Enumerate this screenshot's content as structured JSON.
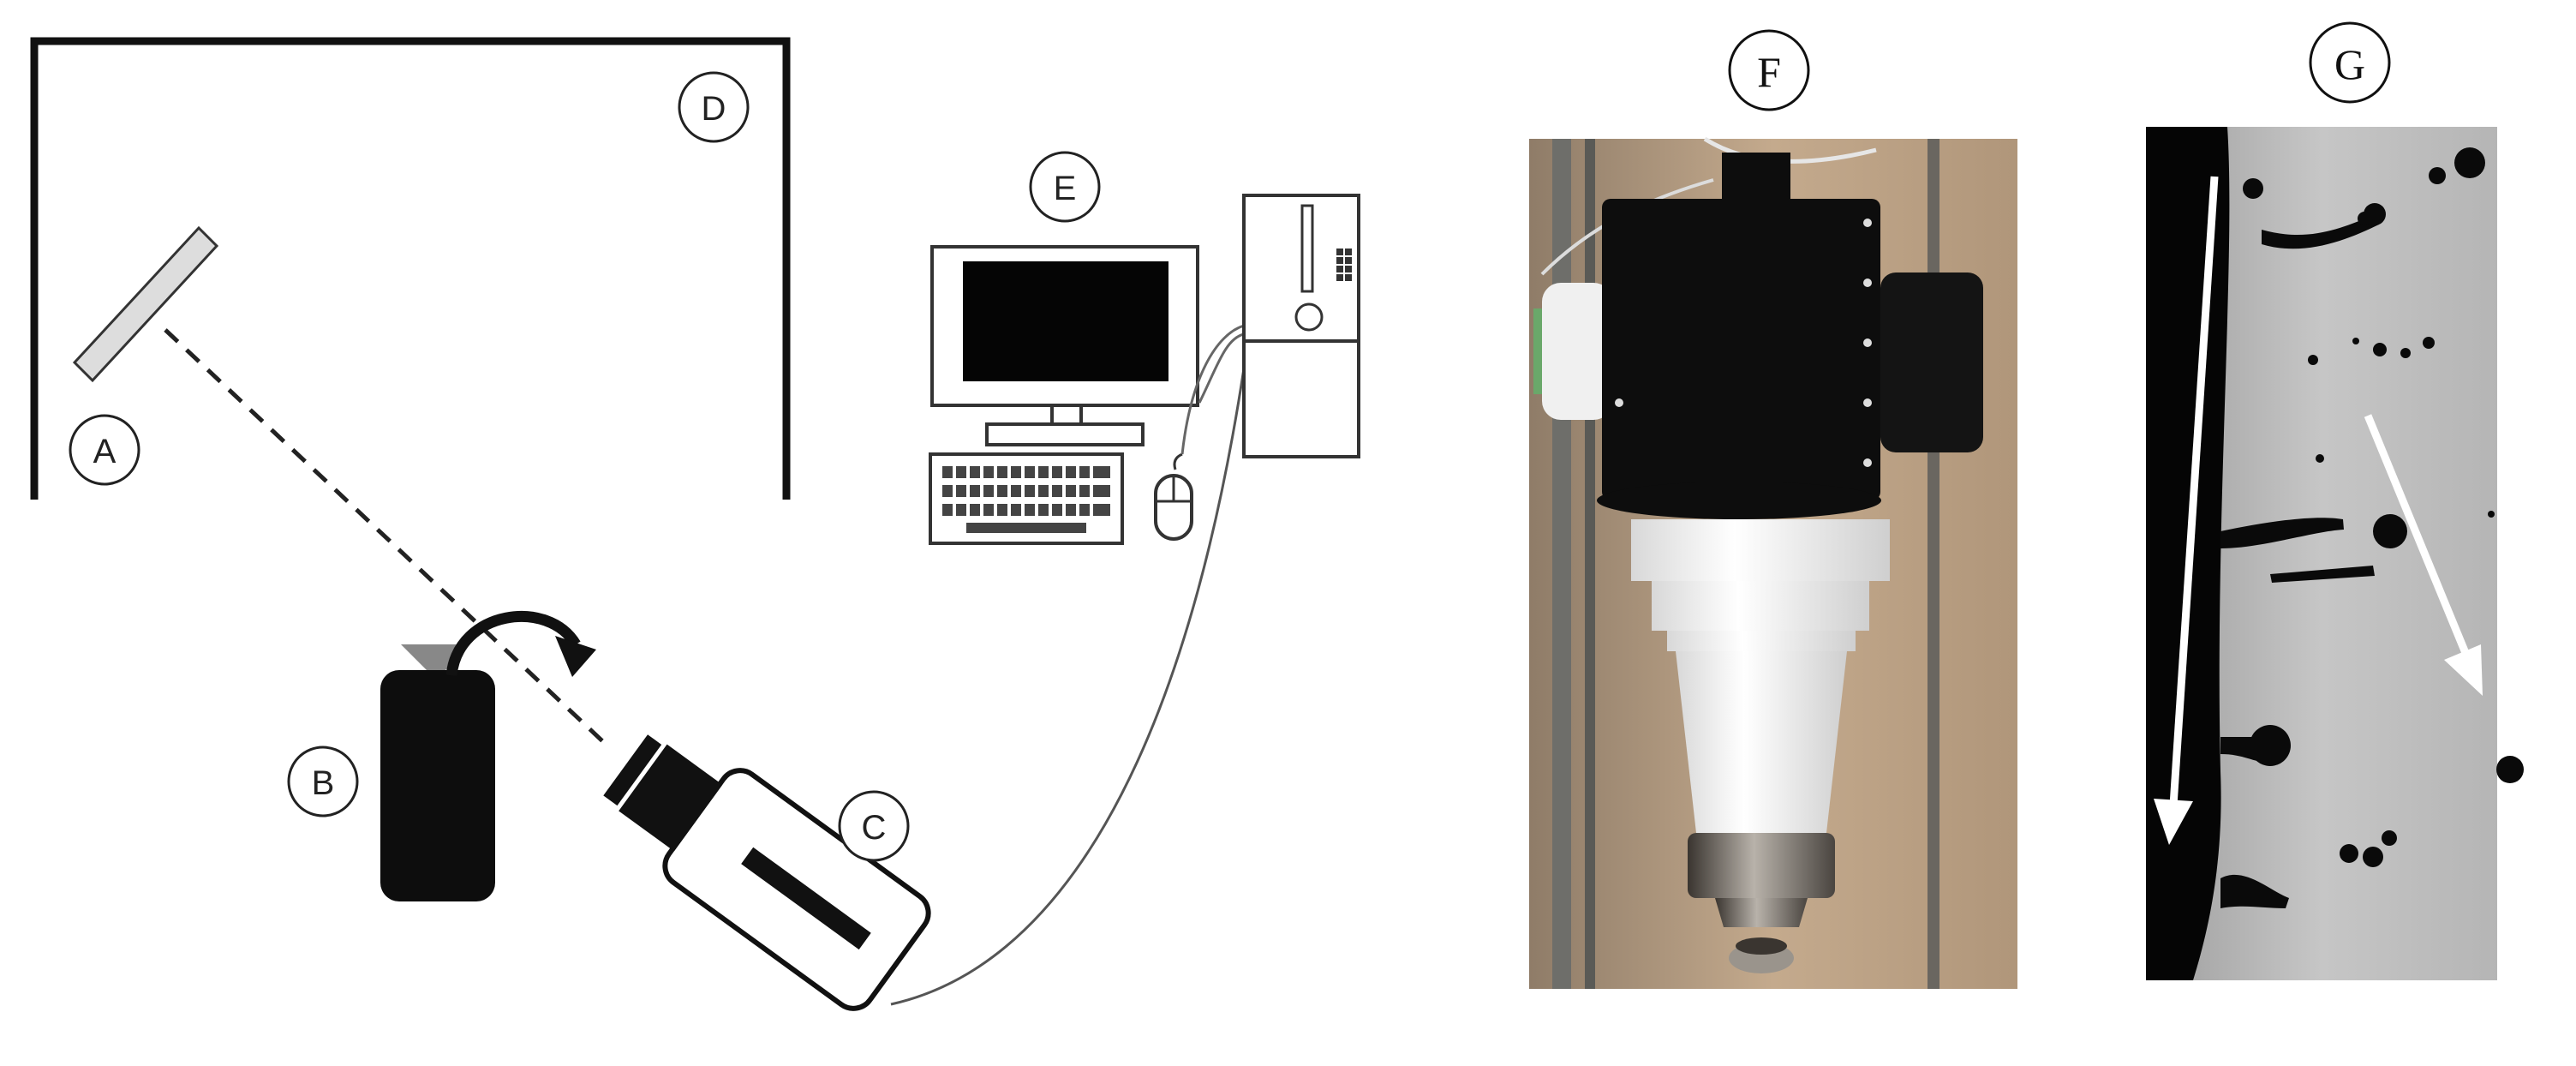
{
  "colors": {
    "ink": "#111111",
    "mirror": "#dddddd",
    "photo_wall": "#b49a7e",
    "camera_body": "#0d0d0d",
    "lens_white": "#f2f2f2",
    "droplet_bg": "#bdbdbd"
  },
  "labels": {
    "mirror": "A",
    "light_source": "B",
    "camera": "C",
    "chamber": "D",
    "computer": "E",
    "camera_photo": "F",
    "droplet_image": "G"
  },
  "icons": [
    "mirror-icon",
    "light-source-icon",
    "high-speed-camera-icon",
    "monitor-icon",
    "keyboard-icon",
    "mouse-icon",
    "pc-tower-icon",
    "rotation-arrow-icon",
    "flow-arrow-icon"
  ]
}
